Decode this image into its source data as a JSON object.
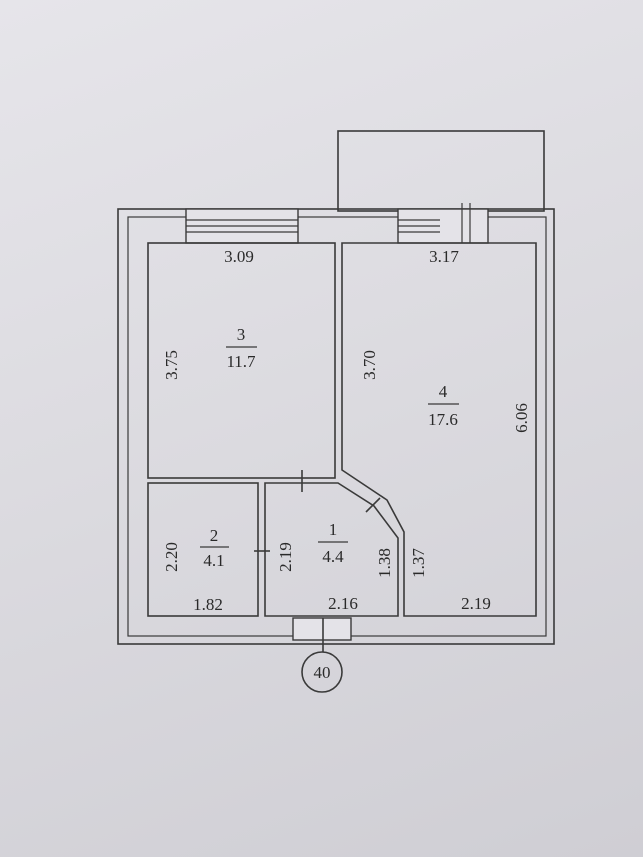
{
  "plan": {
    "rooms": [
      {
        "id": "room-3",
        "number": "3",
        "area": "11.7"
      },
      {
        "id": "room-4",
        "number": "4",
        "area": "17.6"
      },
      {
        "id": "room-2",
        "number": "2",
        "area": "4.1"
      },
      {
        "id": "room-1",
        "number": "1",
        "area": "4.4"
      }
    ],
    "dimensions": {
      "room3_top": "3.09",
      "room3_left": "3.75",
      "room3_right": "3.70",
      "room4_top": "3.17",
      "room4_right": "6.06",
      "room4_bottom": "2.19",
      "room4_left_lower": "1.37",
      "room2_left": "2.20",
      "room2_bottom": "1.82",
      "room1_left": "2.19",
      "room1_right": "1.38",
      "room1_bottom": "2.16"
    },
    "apartment_number": "40"
  }
}
